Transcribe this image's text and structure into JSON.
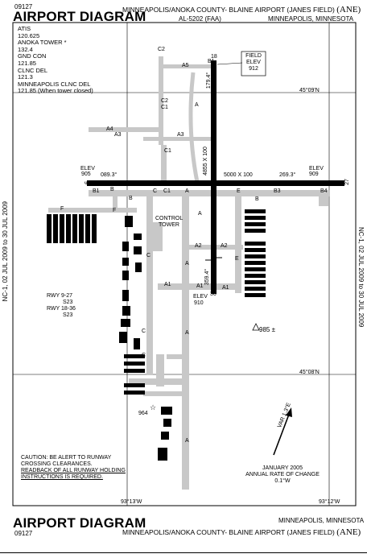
{
  "header": {
    "doc_number": "09127",
    "title": "AIRPORT DIAGRAM",
    "airport_name": "MINNEAPOLIS/ANOKA COUNTY- BLAINE AIRPORT (JANES FIELD)",
    "airport_id": "(ANE)",
    "chart_id": "AL-5202 (FAA)",
    "city_state": "MINNEAPOLIS, MINNESOTA"
  },
  "frequencies": [
    "ATIS",
    "120.625",
    "ANOKA TOWER *",
    "132.4",
    "GND CON",
    "121.85",
    "CLNC DEL",
    "121.3",
    "MINNEAPOLIS CLNC DEL",
    "121.85 (When tower closed)"
  ],
  "field_elev": {
    "label1": "FIELD",
    "label2": "ELEV",
    "value": "912"
  },
  "lat_labels": {
    "top": "45°09'N",
    "bottom": "45°08'N"
  },
  "lon_labels": {
    "left": "93°13'W",
    "right": "93°12'W"
  },
  "runways": {
    "rwy_09_27": {
      "dims": "5000 X 100",
      "bearing_left": "089.3°",
      "bearing_right": "269.3°",
      "elev_left_label": "ELEV",
      "elev_left": "905",
      "elev_right_label": "ELEV",
      "elev_right": "909",
      "end_left": "9",
      "end_right": "27"
    },
    "rwy_18_36": {
      "dims": "4855 X 100",
      "bearing_top": "179.4°",
      "bearing_bottom": "359.4°",
      "end_top": "18",
      "end_bottom": "36",
      "elev_bottom_label": "ELEV",
      "elev_bottom": "910"
    }
  },
  "taxiways": {
    "A": "A",
    "A1": "A1",
    "A2": "A2",
    "A3": "A3",
    "A4": "A4",
    "A5": "A5",
    "B": "B",
    "B1": "B1",
    "B3": "B3",
    "B4": "B4",
    "C": "C",
    "C1": "C1",
    "C2": "C2",
    "E": "E",
    "F": "F"
  },
  "control_tower": {
    "line1": "CONTROL",
    "line2": "TOWER"
  },
  "rwy_notes": {
    "line1": "RWY 9-27",
    "line2": "S23",
    "line3": "RWY 18-36",
    "line4": "S23"
  },
  "spot_elevations": {
    "e985": "985",
    "e964": "964"
  },
  "caution": {
    "line1": "CAUTION:  BE ALERT TO RUNWAY",
    "line2": "CROSSING CLEARANCES.",
    "line3": "READBACK OF ALL RUNWAY HOLDING",
    "line4": "INSTRUCTIONS IS REQUIRED."
  },
  "variation": {
    "line1": "JANUARY 2005",
    "line2": "ANNUAL RATE OF CHANGE",
    "line3": "0.1°W",
    "arrow_label": "VAR 1.3°E"
  },
  "side_labels": {
    "left": "NC-1, 02 JUL 2009 to 30 JUL 2009",
    "right": "NC-1, 02 JUL 2009 to 30 JUL 2009"
  },
  "footer": {
    "title": "AIRPORT DIAGRAM",
    "city_state": "MINNEAPOLIS, MINNESOTA",
    "doc_number": "09127",
    "airport_name": "MINNEAPOLIS/ANOKA COUNTY- BLAINE AIRPORT (JANES FIELD)",
    "airport_id": "(ANE)"
  }
}
